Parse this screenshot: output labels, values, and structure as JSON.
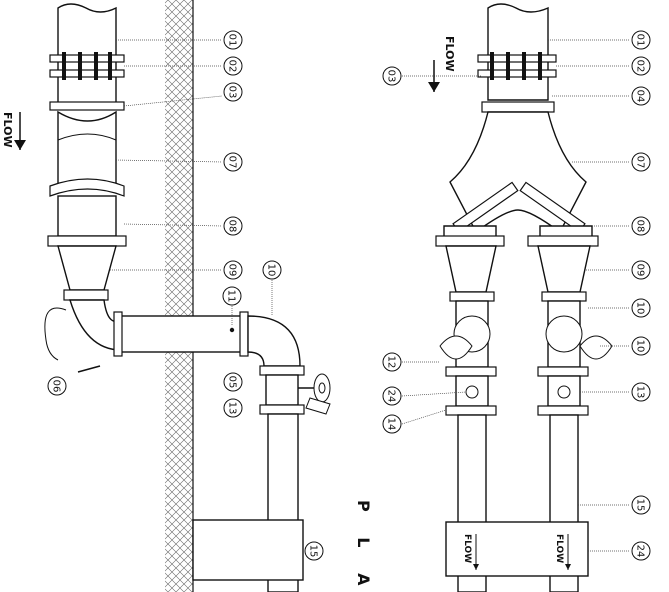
{
  "markers": {
    "left": {
      "flow": "FLOW",
      "items": [
        "01",
        "02",
        "03",
        "07",
        "08",
        "09",
        "10",
        "11",
        "05",
        "13",
        "06",
        "15"
      ]
    },
    "right": {
      "flow_top": "FLOW",
      "flow_bottom_left": "FLOW",
      "flow_bottom_right": "FLOW",
      "items": [
        "01",
        "02",
        "04",
        "03",
        "07",
        "08",
        "09",
        "10",
        "10",
        "12",
        "13",
        "24",
        "14",
        "15",
        "24"
      ]
    }
  },
  "plan_label": "P L A",
  "colors": {
    "line": "#111111",
    "hatch": "#666666",
    "background": "#ffffff"
  },
  "icons": [
    "flow-arrow-icon",
    "valve-handwheel-icon",
    "butterfly-valve-icon"
  ]
}
